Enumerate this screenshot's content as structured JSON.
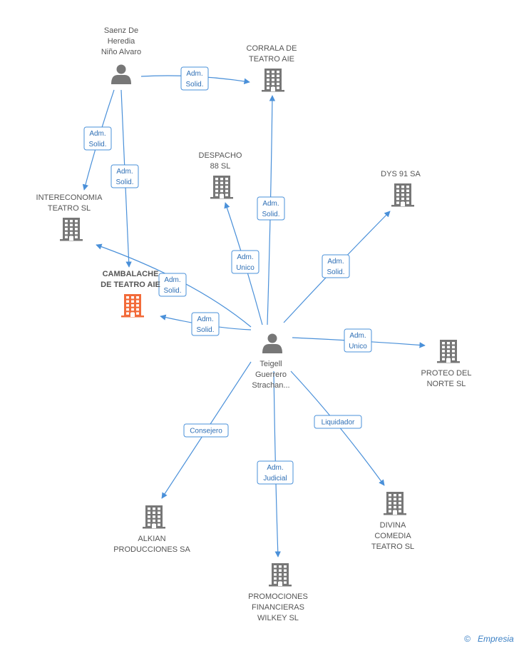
{
  "colors": {
    "edge": "#4a90d9",
    "icon": "#777777",
    "focus_icon": "#f26b3a",
    "label": "#555555"
  },
  "nodes": [
    {
      "id": "saenz",
      "kind": "person",
      "lines": [
        "Saenz De",
        "Heredia",
        "Niño Alvaro"
      ],
      "icon": "person-icon"
    },
    {
      "id": "corrala",
      "kind": "company",
      "lines": [
        "CORRALA DE",
        "TEATRO AIE"
      ],
      "icon": "building-icon"
    },
    {
      "id": "despacho",
      "kind": "company",
      "lines": [
        "DESPACHO",
        "88 SL"
      ],
      "icon": "building-icon"
    },
    {
      "id": "dys",
      "kind": "company",
      "lines": [
        "DYS 91 SA"
      ],
      "icon": "building-icon"
    },
    {
      "id": "intereconomia",
      "kind": "company",
      "lines": [
        "INTERECONOMIA",
        "TEATRO SL"
      ],
      "icon": "building-icon"
    },
    {
      "id": "cambalache",
      "kind": "company",
      "focus": true,
      "lines": [
        "CAMBALACHE",
        "DE TEATRO AIE"
      ],
      "icon": "building-icon"
    },
    {
      "id": "teigell",
      "kind": "person",
      "lines": [
        "Teigell",
        "Guerrero",
        "Strachan..."
      ],
      "icon": "person-icon"
    },
    {
      "id": "proteo",
      "kind": "company",
      "lines": [
        "PROTEO DEL",
        "NORTE  SL"
      ],
      "icon": "building-icon"
    },
    {
      "id": "alkian",
      "kind": "company",
      "lines": [
        "ALKIAN",
        "PRODUCCIONES SA"
      ],
      "icon": "building-icon"
    },
    {
      "id": "promociones",
      "kind": "company",
      "lines": [
        "PROMOCIONES",
        "FINANCIERAS",
        "WILKEY  SL"
      ],
      "icon": "building-icon"
    },
    {
      "id": "divina",
      "kind": "company",
      "lines": [
        "DIVINA",
        "COMEDIA",
        "TEATRO SL"
      ],
      "icon": "building-icon"
    }
  ],
  "edges": [
    {
      "from": "saenz",
      "to": "corrala",
      "label": [
        "Adm.",
        "Solid."
      ]
    },
    {
      "from": "saenz",
      "to": "intereconomia",
      "label": [
        "Adm.",
        "Solid."
      ]
    },
    {
      "from": "saenz",
      "to": "cambalache",
      "label": [
        "Adm.",
        "Solid."
      ]
    },
    {
      "from": "teigell",
      "to": "corrala",
      "label": [
        "Adm.",
        "Solid."
      ]
    },
    {
      "from": "teigell",
      "to": "despacho",
      "label": [
        "Adm.",
        "Unico"
      ]
    },
    {
      "from": "teigell",
      "to": "dys",
      "label": [
        "Adm.",
        "Solid."
      ]
    },
    {
      "from": "teigell",
      "to": "intereconomia",
      "label": [
        "Adm.",
        "Solid."
      ]
    },
    {
      "from": "teigell",
      "to": "cambalache",
      "label": [
        "Adm.",
        "Solid."
      ]
    },
    {
      "from": "teigell",
      "to": "proteo",
      "label": [
        "Adm.",
        "Unico"
      ]
    },
    {
      "from": "teigell",
      "to": "alkian",
      "label": [
        "Consejero"
      ]
    },
    {
      "from": "teigell",
      "to": "promociones",
      "label": [
        "Adm.",
        "Judicial"
      ]
    },
    {
      "from": "teigell",
      "to": "divina",
      "label": [
        "Liquidador"
      ]
    }
  ],
  "footer": {
    "copyright_symbol": "©",
    "brand": "Empresia"
  }
}
